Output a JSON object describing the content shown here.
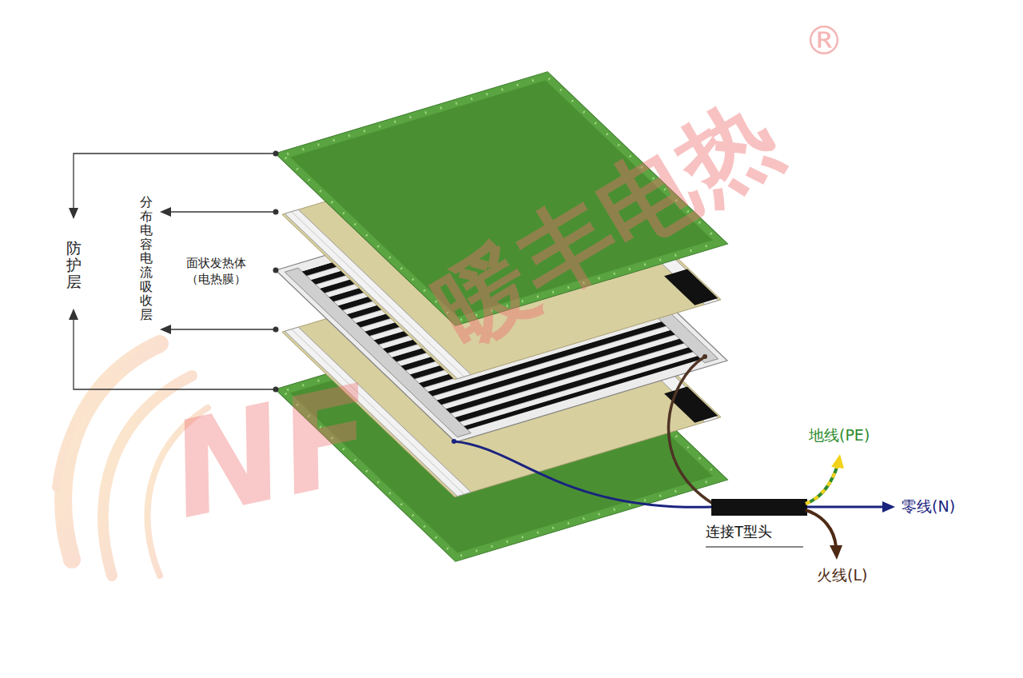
{
  "diagram": {
    "labels": [
      "防护层",
      "分布电容电流吸收层",
      "面状发热体 （电热膜）",
      "连接T型头",
      "地线(PE)",
      "零线(N)",
      "火线(L)",
      "暖丰电热",
      "®",
      "NF"
    ]
  }
}
